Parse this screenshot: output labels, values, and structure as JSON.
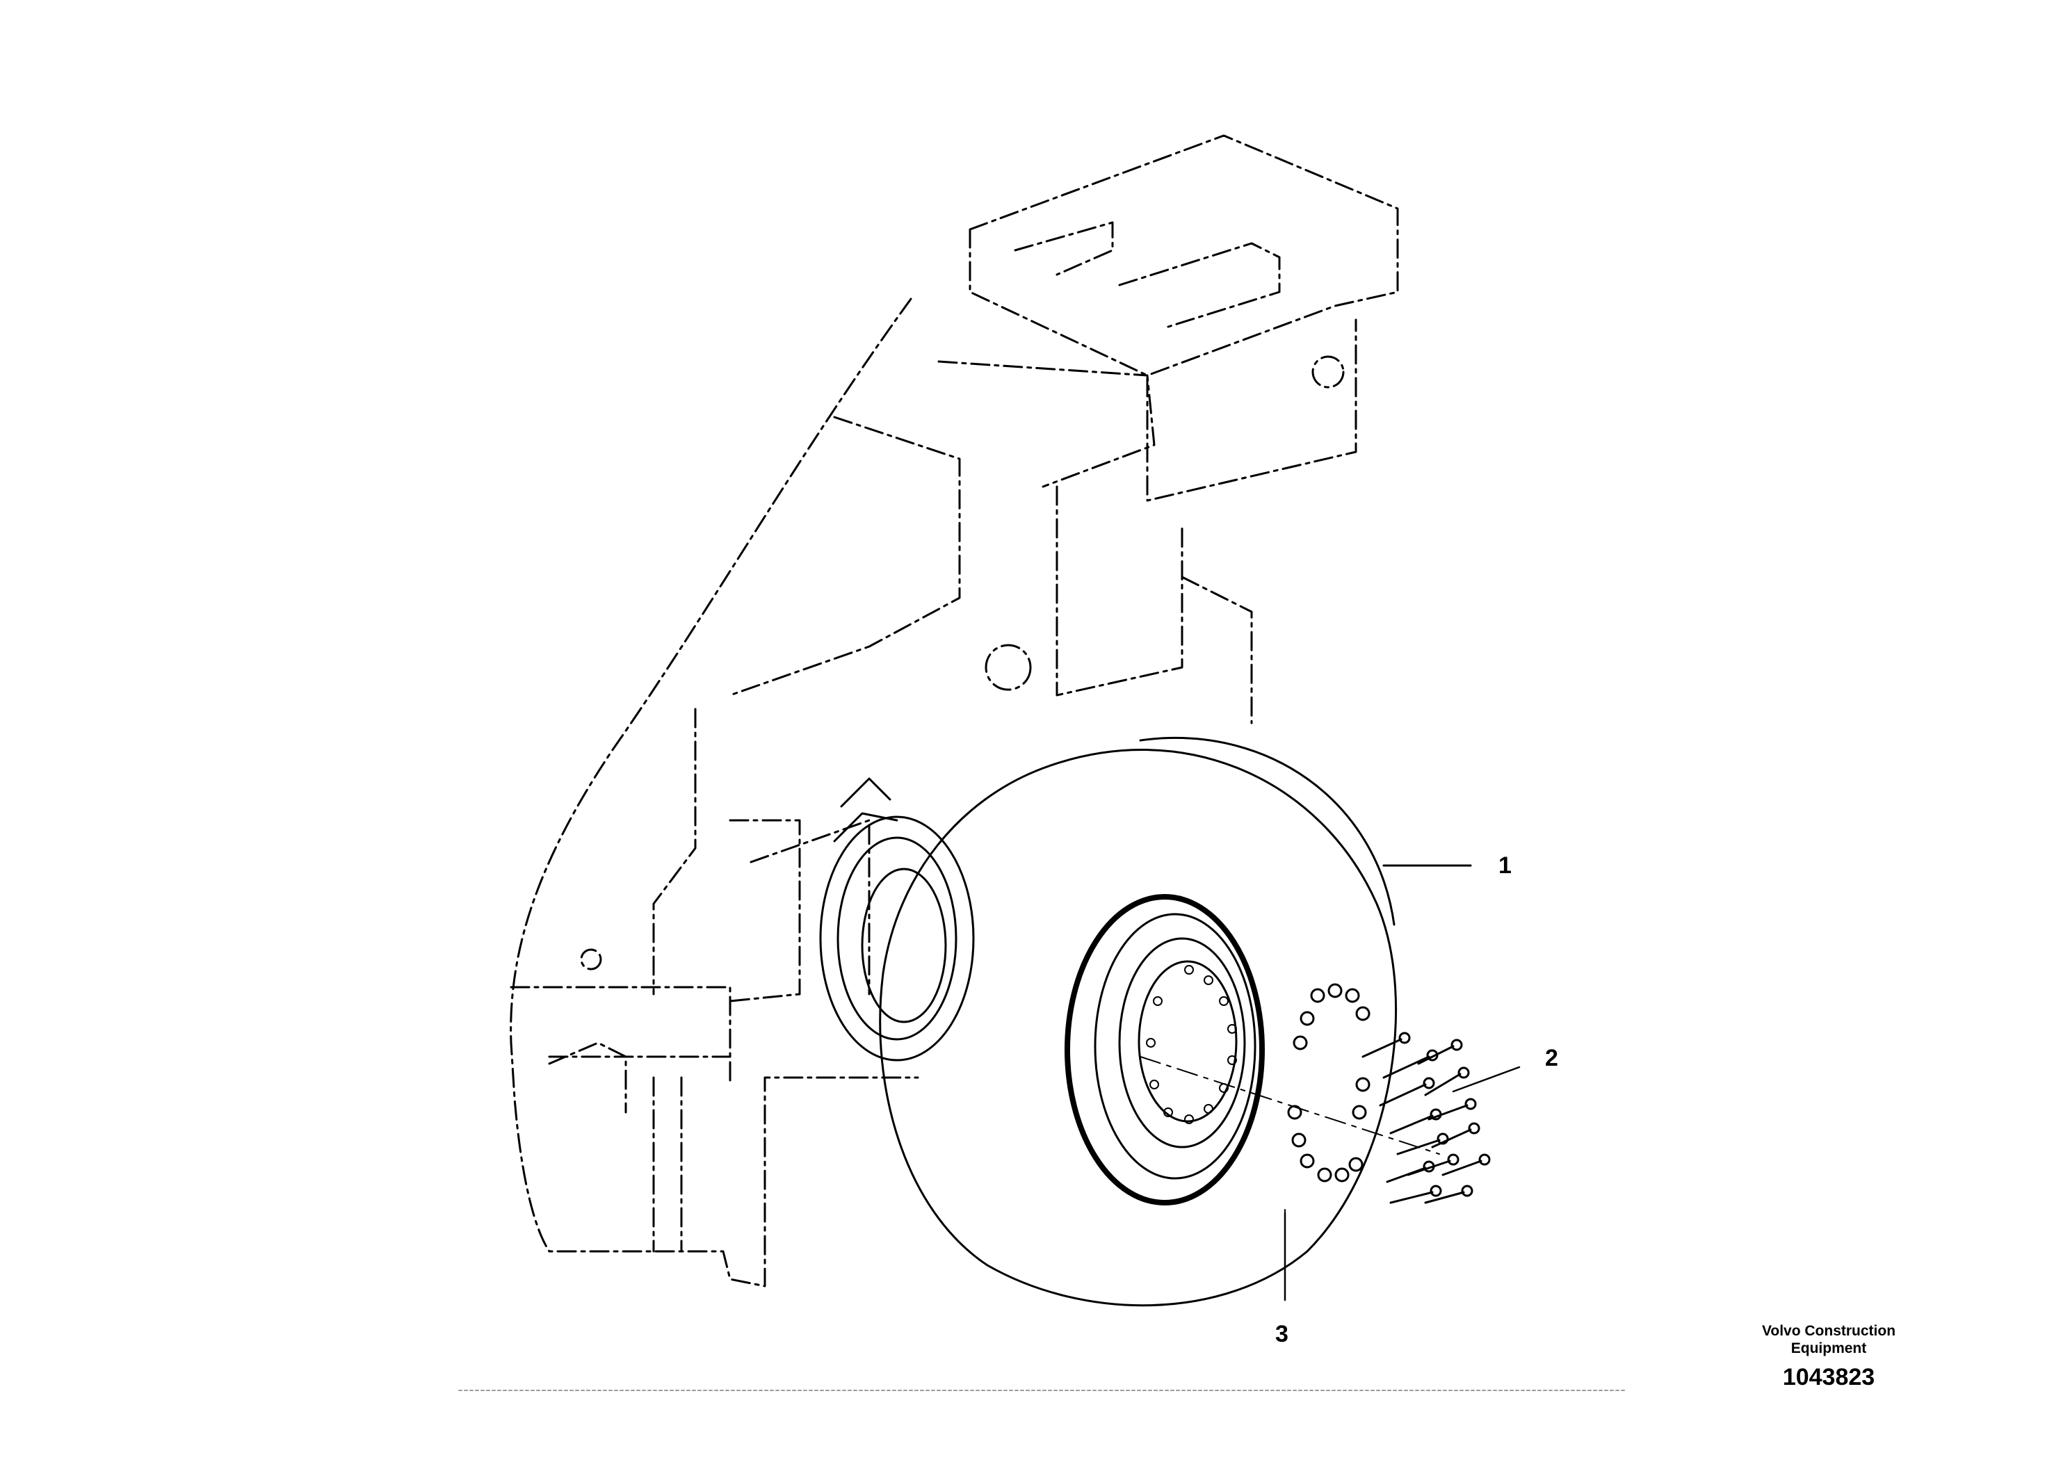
{
  "callouts": {
    "item_1": "1",
    "item_2": "2",
    "item_3": "3"
  },
  "title_block": {
    "brand_line1": "Volvo Construction",
    "brand_line2": "Equipment",
    "drawing_number": "1043823"
  },
  "colors": {
    "line": "#000000",
    "background": "#ffffff",
    "baseline": "#9a9a9a"
  }
}
